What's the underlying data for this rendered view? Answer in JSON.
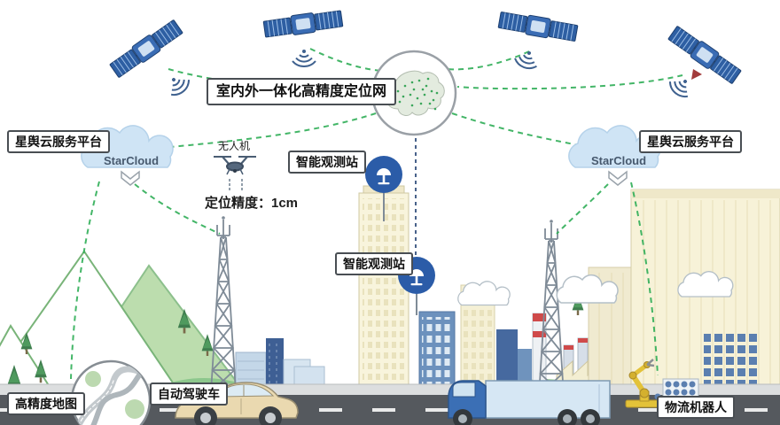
{
  "diagram": {
    "title": "室内外一体化高精度定位网",
    "left_platform": {
      "label": "星舆云服务平台",
      "cloud": "StarCloud"
    },
    "right_platform": {
      "label": "星舆云服务平台",
      "cloud": "StarCloud"
    },
    "drone": {
      "label": "无人机",
      "accuracy": "定位精度：1cm"
    },
    "stations": {
      "upper": "智能观测站",
      "lower": "智能观测站"
    },
    "ground": {
      "map": "高精度地图",
      "car": "自动驾驶车",
      "robot": "物流机器人"
    },
    "colors": {
      "link_green": "#2fae57",
      "link_navy": "#34507e",
      "badge_blue": "#2b5ca8",
      "cloud_blue": "#cfe4f5",
      "satellite_blue": "#2e5fa3",
      "building_cream": "#f7f2d8",
      "mountain_green": "#bcddae",
      "road_gray": "#55595e",
      "robot_yellow": "#e3c239"
    }
  }
}
